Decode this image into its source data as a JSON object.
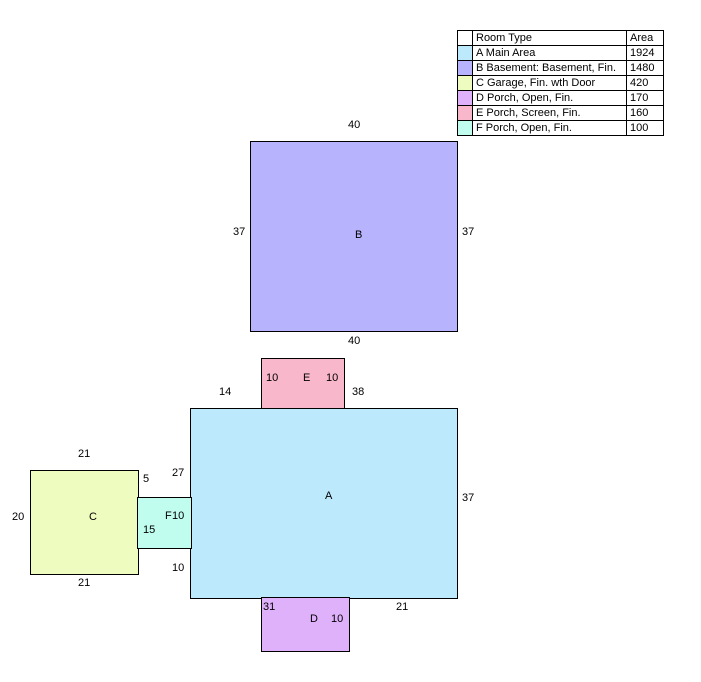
{
  "legend": {
    "header_type": "Room Type",
    "header_area": "Area",
    "rows": [
      {
        "type": "A Main Area",
        "area": "1924",
        "color": "#bde9fc"
      },
      {
        "type": "B Basement: Basement, Fin.",
        "area": "1480",
        "color": "#b7b3fd"
      },
      {
        "type": "C Garage, Fin. wth Door",
        "area": "420",
        "color": "#eefcc0"
      },
      {
        "type": "D Porch, Open, Fin.",
        "area": "170",
        "color": "#e0b1fb"
      },
      {
        "type": "E Porch, Screen, Fin.",
        "area": "160",
        "color": "#f9b7cc"
      },
      {
        "type": "F Porch, Open, Fin.",
        "area": "100",
        "color": "#c1fdee"
      }
    ]
  },
  "rooms": {
    "A": {
      "label": "A",
      "color": "#bde9fc"
    },
    "B": {
      "label": "B",
      "color": "#b7b3fd"
    },
    "C": {
      "label": "C",
      "color": "#eefcc0"
    },
    "D": {
      "label": "D",
      "color": "#e0b1fb"
    },
    "E": {
      "label": "E",
      "color": "#f9b7cc"
    },
    "F": {
      "label": "F",
      "color": "#c1fdee"
    }
  },
  "dimensions": {
    "b_top": "40",
    "b_left": "37",
    "b_right": "37",
    "b_bottom": "40",
    "e_left": "10",
    "e_right": "10",
    "a_top_left": "14",
    "a_top_right": "38",
    "a_left_upper": "27",
    "a_left_lower": "10",
    "a_right": "37",
    "c_top": "21",
    "c_left": "20",
    "c_bottom": "21",
    "f_top": "5",
    "f_bottom": "15",
    "f_right": "10",
    "d_left": "31",
    "d_right": "10",
    "a_bottom_right": "21"
  }
}
